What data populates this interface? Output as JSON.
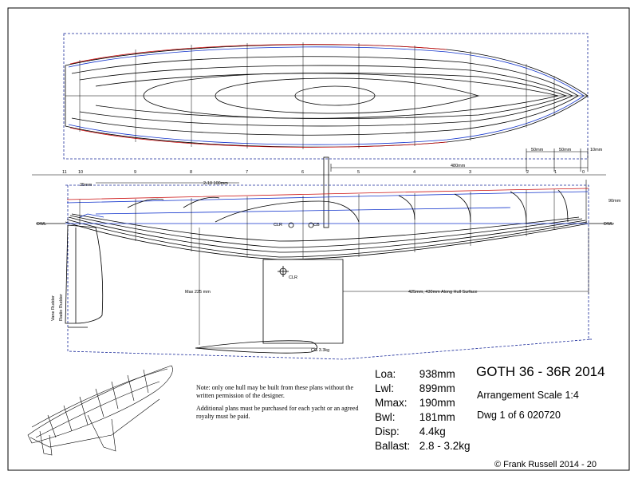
{
  "title": "GOTH 36 - 36R 2014",
  "arrangement": "Arrangement Scale 1:4",
  "drawing_no": "Dwg 1 of 6   020720",
  "copyright": "Frank Russell 2014 - 20",
  "specs": [
    {
      "label": "Loa:",
      "value": "938mm"
    },
    {
      "label": "Lwl:",
      "value": "899mm"
    },
    {
      "label": "Mmax:",
      "value": "190mm"
    },
    {
      "label": "Bwl:",
      "value": "181mm"
    },
    {
      "label": "Disp:",
      "value": "4.4kg"
    },
    {
      "label": "Ballast:",
      "value": "2.8 - 3.2kg"
    }
  ],
  "notes": [
    "Note: only one hull may be built from these plans without the written permission of the designer.",
    "Additional plans must be purchased for each yacht or an agreed royalty must be paid."
  ],
  "labels": {
    "dwl": "DWL",
    "clr": "CLR",
    "cb": "CB",
    "cg": "CG 3.3kg",
    "vane_rudder": "Vane Rudder",
    "radio_rudder": "Radio Rudder",
    "max_draft": "Max 225 mm",
    "bulb_position": "425mm, 430mm Along Hull Surface",
    "station_spacing": "2-10 100mm",
    "offset_25": "25mm",
    "dim_480": "480mm",
    "dim_50a": "50mm",
    "dim_50b": "50mm",
    "dim_10": "10mm",
    "dim_90": "90mm",
    "stations": [
      "11",
      "10",
      "9",
      "8",
      "7",
      "6",
      "5",
      "4",
      "3",
      "2",
      "1",
      "0"
    ]
  },
  "colors": {
    "line": "#000000",
    "sheer": "#cc1111",
    "waterline": "#1133cc",
    "frame": "#1a2a9a"
  }
}
